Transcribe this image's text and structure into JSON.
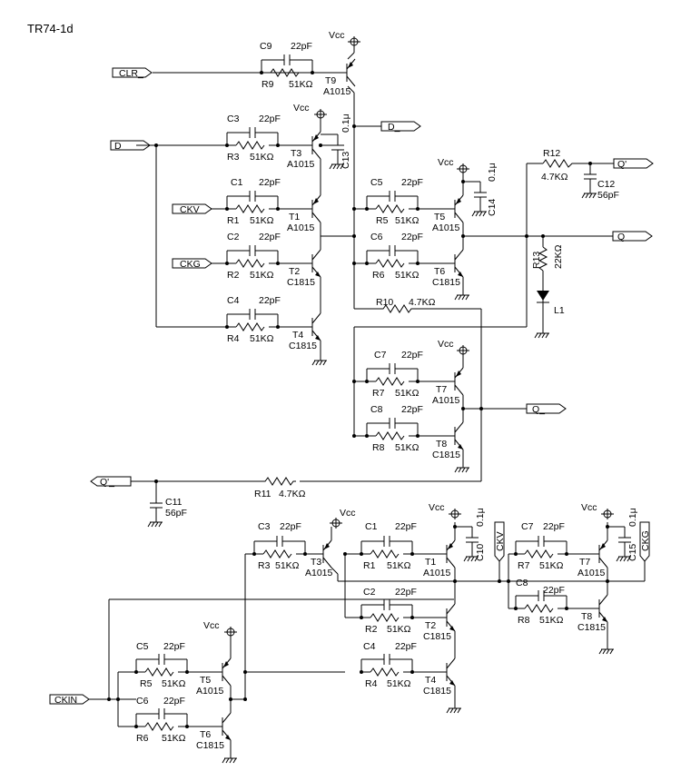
{
  "title": "TR74-1d",
  "ports": {
    "clr": "CLR_",
    "d_in": "D",
    "ckv": "CKV",
    "ckg": "CKG",
    "d_out": "D_",
    "q_prime": "Q'",
    "q": "Q",
    "q_bar": "Q_",
    "q_bar_prime": "Q'_",
    "ckin": "CKIN",
    "ckv_out": "CKV",
    "ckg_out": "CKG"
  },
  "supply": {
    "vcc": "Vcc"
  },
  "components": {
    "c9": "C9",
    "r9": "R9",
    "t9": "T9",
    "t9_type": "A1015",
    "c3": "C3",
    "r3": "R3",
    "t3": "T3",
    "t3_type": "A1015",
    "c1": "C1",
    "r1": "R1",
    "t1": "T1",
    "t1_type": "A1015",
    "c2": "C2",
    "r2": "R2",
    "t2": "T2",
    "t2_type": "C1815",
    "c4": "C4",
    "r4": "R4",
    "t4": "T4",
    "t4_type": "C1815",
    "c5": "C5",
    "r5": "R5",
    "t5": "T5",
    "t5_type": "A1015",
    "c6": "C6",
    "r6": "R6",
    "t6": "T6",
    "t6_type": "C1815",
    "c7": "C7",
    "r7": "R7",
    "t7": "T7",
    "t7_type": "A1015",
    "c8": "C8",
    "r8": "R8",
    "t8": "T8",
    "t8_type": "C1815",
    "c13": "C13",
    "c14": "C14",
    "c10": "C10",
    "c15": "C15",
    "c11": "C11",
    "c12": "C12",
    "r10": "R10",
    "r11": "R11",
    "r12": "R12",
    "r13": "R13",
    "l1": "L1"
  },
  "values": {
    "cap_22p": "22pF",
    "res_51k": "51KΩ",
    "res_4k7": "4.7KΩ",
    "res_22k": "22KΩ",
    "cap_56p": "56pF",
    "cap_01u": "0.1μ"
  }
}
